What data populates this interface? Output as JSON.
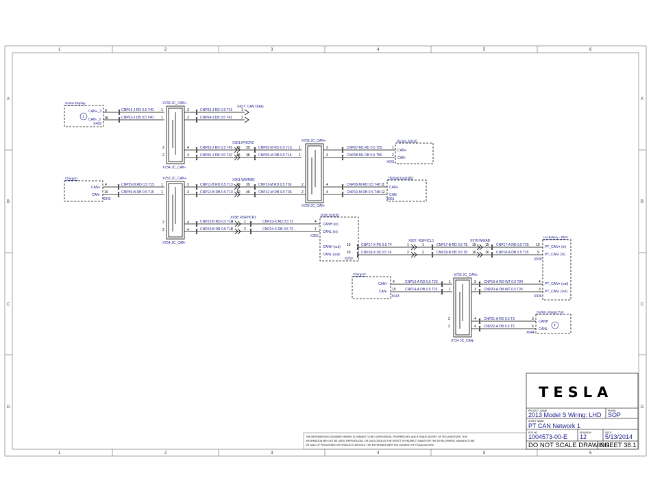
{
  "frame": {
    "columns": [
      "1",
      "2",
      "3",
      "4",
      "5",
      "6"
    ],
    "rows": [
      "A",
      "B",
      "C",
      "D"
    ]
  },
  "blocks": {
    "center_display": {
      "title": "Center Display",
      "pin_h": "CAN+_3",
      "pin_l": "CAN-_3",
      "conn": "X429",
      "pn_h": "8",
      "pn_l": "18",
      "wire_h": "CNP01-J RD 0.5 T40",
      "wire_l": "CNP02-J DB 0.5 T40",
      "icon": "1"
    },
    "diag": {
      "title": "X437: CAN DIAG",
      "wire_h": "CNP03-J RD 0.5 T41",
      "wire_l": "CNP04-J DB 0.5 T41",
      "pn_h": "1",
      "pn_l": "2"
    },
    "splice_x733": {
      "top": "X733   JC_CAN+",
      "bottom": "X734   JC_CAN-"
    },
    "x901": {
      "title": "X901:IPHCR2",
      "w_in_h": "CNP05-J RD 0.5 T42",
      "w_in_l": "CNP06-J DB 0.5 T42",
      "p1": "39",
      "p2": "38",
      "w_out_h": "CNP05-M RD 0.5 T16",
      "w_out_l": "CNP06-M DB 0.5 T16"
    },
    "splice_x728": {
      "top": "X728   JC_CAN+",
      "bottom": "X729   JC_CAN-"
    },
    "dcdc": {
      "title": "DC-DC (Gen2)",
      "pin_h": "CAN+",
      "pin_l": "CAN-",
      "conn": "X041",
      "pn_h": "1",
      "pn_l": "2",
      "wire_h": "CNP07-M1 RD 0.5 T55",
      "wire_l": "CNP08-M1 DB 0.5 T55"
    },
    "charger1": {
      "title": "Charger1",
      "pin_h": "CAN+",
      "pin_l": "CAN-",
      "conn": "X042",
      "pn_h": "4",
      "pn_l": "10",
      "wire_h": "CNP59-B RD 0.5 T15",
      "wire_l": "CNP59-B DB 0.5 T15"
    },
    "splice_x753": {
      "top": "X753   JC_CAN+",
      "bottom": "X754   JC_CAN-"
    },
    "x961": {
      "title": "X961:WWMB2",
      "w_in_h": "CNP11-B RD 0.5 T13",
      "w_in_l": "CNP12-B DB 0.5 T13",
      "p1": "39",
      "p2": "40",
      "w_out_h": "CNP11-M RD 0.5 T36",
      "w_out_l": "CNP12-M DB 0.5 T36"
    },
    "thermal": {
      "title": "Thermal Controller",
      "pin_h": "CAN+",
      "pin_l": "CAN-",
      "conn": "X051",
      "pn_h": "11",
      "pn_l": "12",
      "wire_h": "CNP09-M RD 0.5 T48",
      "wire_l": "CNP10-M DB 0.5 T48"
    },
    "x938": {
      "title": "X938: RSFHCR1",
      "w_h": "CNP23-B RD 0.5 T14",
      "w_l": "CNP24-B DB 0.5 T14",
      "p1": "1",
      "p2": "2",
      "w_out_h": "CNP23-X RD 0.5 T3",
      "w_out_l": "CNP24-X DB 0.5 T3"
    },
    "drive_inverter": {
      "title": "Drive Inverter",
      "pin1": "CANH (in)",
      "pin2": "CANL (in)",
      "pin3": "CANH (out)",
      "pin4": "CANL (out)",
      "conn_in": "X250",
      "conn_out": "X250",
      "pn1": "4",
      "pn2": "1",
      "pn3": "19",
      "pn4": "20"
    },
    "x907": {
      "title": "X907: RSFHCL1",
      "p1": "1",
      "p2": "2",
      "w_in_h": "CNP17-X PK 0.5 T4",
      "w_in_l": "CNP18-X LB 0.5 T4",
      "w_out_h": "CNP17-B RD 0.5 T8",
      "w_out_l": "CNP18-B DB 0.5 T8"
    },
    "x976": {
      "title": "X976:WWAB",
      "p1": "15",
      "p2": "16",
      "w_out_h": "CNP17-A RD 0.5 T25",
      "w_out_l": "CNP18-A DB 0.5 T25"
    },
    "hv_battery": {
      "title": "HV Battery - BMS",
      "pin1": "PT_CAN+ (in)",
      "pin2": "PT_CAN- (in)",
      "pin3": "PT_CAN+ (out)",
      "pin4": "PT_CAN- (out)",
      "conn": "X036",
      "conn2": "X036",
      "pn1": "10",
      "pn2": "9",
      "pn3": "4",
      "pn4": "3"
    },
    "charger2": {
      "title": "Charger2",
      "pin_h": "CAN+",
      "pin_l": "CAN-",
      "conn": "X043",
      "pn_h": "4",
      "pn_l": "10",
      "wire_h": "CNP13-A RD 0.5 T23",
      "wire_l": "CNP14-A DB 0.5 T23"
    },
    "splice_x723": {
      "top": "X723   JC_CAN+",
      "bottom": "X724   JC_CAN-"
    },
    "x723_out": {
      "wire_h": "CNP19-A RD-WT 0.5 T24",
      "wire_l": "CNP20-A DB-WT 0.5 T24",
      "wire2_h": "CNP21-A RD 0.5 T3",
      "wire2_l": "CNP22-A DB 0.5 T3"
    },
    "acdc": {
      "title": "AC/DC Charge Port",
      "pin_h": "CANH",
      "pin_l": "CANL",
      "conn": "X044",
      "pn_h": "3",
      "pn_l": "6",
      "icon": "T"
    }
  },
  "notice": {
    "line1": "THE INFORMATION CONTAINED HEREIN IS DEEMED TO BE CONFIDENTIAL, PROPRIETARY, AND A TRADE SECRET OF TESLA MOTORS.  THIS",
    "line2": "INFORMATION MAY NOT BE USED, REPRODUCED, OR DISCLOSED AS THE DIRECT OR INDIRECT BASIS FOR THE DEVELOPMENT, MANUFACTURE,",
    "line3": "OR SALE OF PROCESSES OR PRODUCTS WITHOUT THE EXPRESSED WRITTEN CONSENT OF TESLA MOTORS"
  },
  "title_block": {
    "logo": "TESLA",
    "project_label": "PROJECT NAME",
    "project": "2013 Model S Wiring: LHD",
    "phase_label": "PHASE",
    "phase": "SOP",
    "sheet_name_label": "SHEET NAME",
    "sheet_name": "PT CAN Network 1",
    "pdf_label": "PDF NO",
    "pdf": "1004573-00-E",
    "rev_label": "REVISION",
    "rev": "12",
    "date_label": "DATE",
    "date": "5/13/2014",
    "scale": "DO NOT SCALE DRAWING",
    "sheet": "SHEET  38.1"
  }
}
